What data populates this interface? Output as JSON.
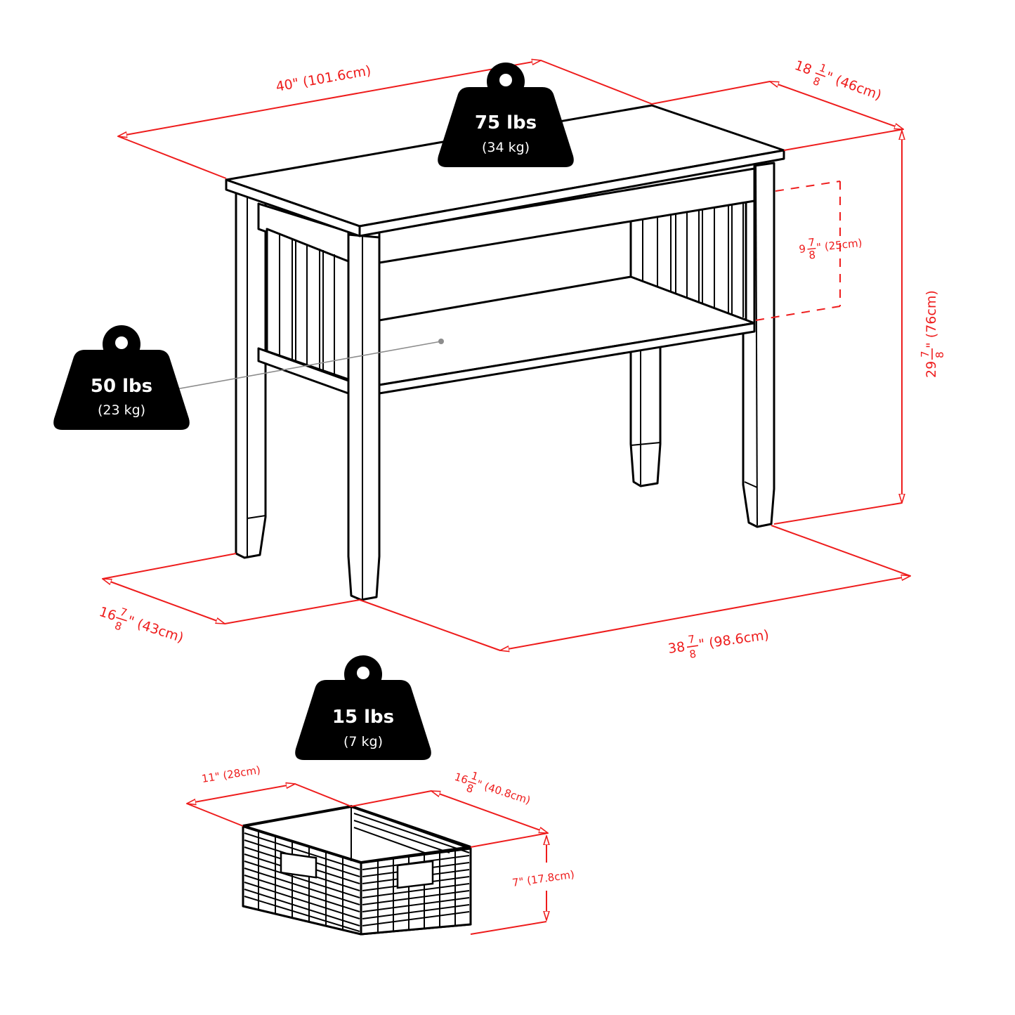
{
  "diagram": {
    "type": "product-dimension-illustration",
    "colors": {
      "dimension_line": "#ee1c1c",
      "line_art": "#000000",
      "weight_badge": "#000000",
      "leader_line": "#8c8c8c",
      "background": "#ffffff"
    }
  },
  "table": {
    "dimensions": {
      "top_length": {
        "text": "40\"  (101.6cm)"
      },
      "top_depth": {
        "whole": "18",
        "num": "1",
        "den": "8",
        "rest": "\"  (46cm)"
      },
      "height": {
        "whole": "29",
        "num": "7",
        "den": "8",
        "rest": "\"  (76cm)"
      },
      "shelf_clearance": {
        "whole": "9",
        "num": "7",
        "den": "8",
        "rest": "\" (25cm)"
      },
      "base_depth": {
        "whole": "16",
        "num": "7",
        "den": "8",
        "rest": "\"  (43cm)"
      },
      "base_length": {
        "whole": "38",
        "num": "7",
        "den": "8",
        "rest": "\"  (98.6cm)"
      }
    },
    "weight_capacity_top": {
      "lbs": "75 lbs",
      "kg": "(34 kg)"
    },
    "weight_capacity_shelf": {
      "lbs": "50 lbs",
      "kg": "(23 kg)"
    }
  },
  "basket": {
    "weight_capacity": {
      "lbs": "15 lbs",
      "kg": "(7 kg)"
    },
    "dimensions": {
      "width": {
        "text": "11\" (28cm)"
      },
      "length": {
        "whole": "16",
        "num": "1",
        "den": "8",
        "rest": "\" (40.8cm)"
      },
      "height": {
        "text": "7\" (17.8cm)"
      }
    }
  }
}
